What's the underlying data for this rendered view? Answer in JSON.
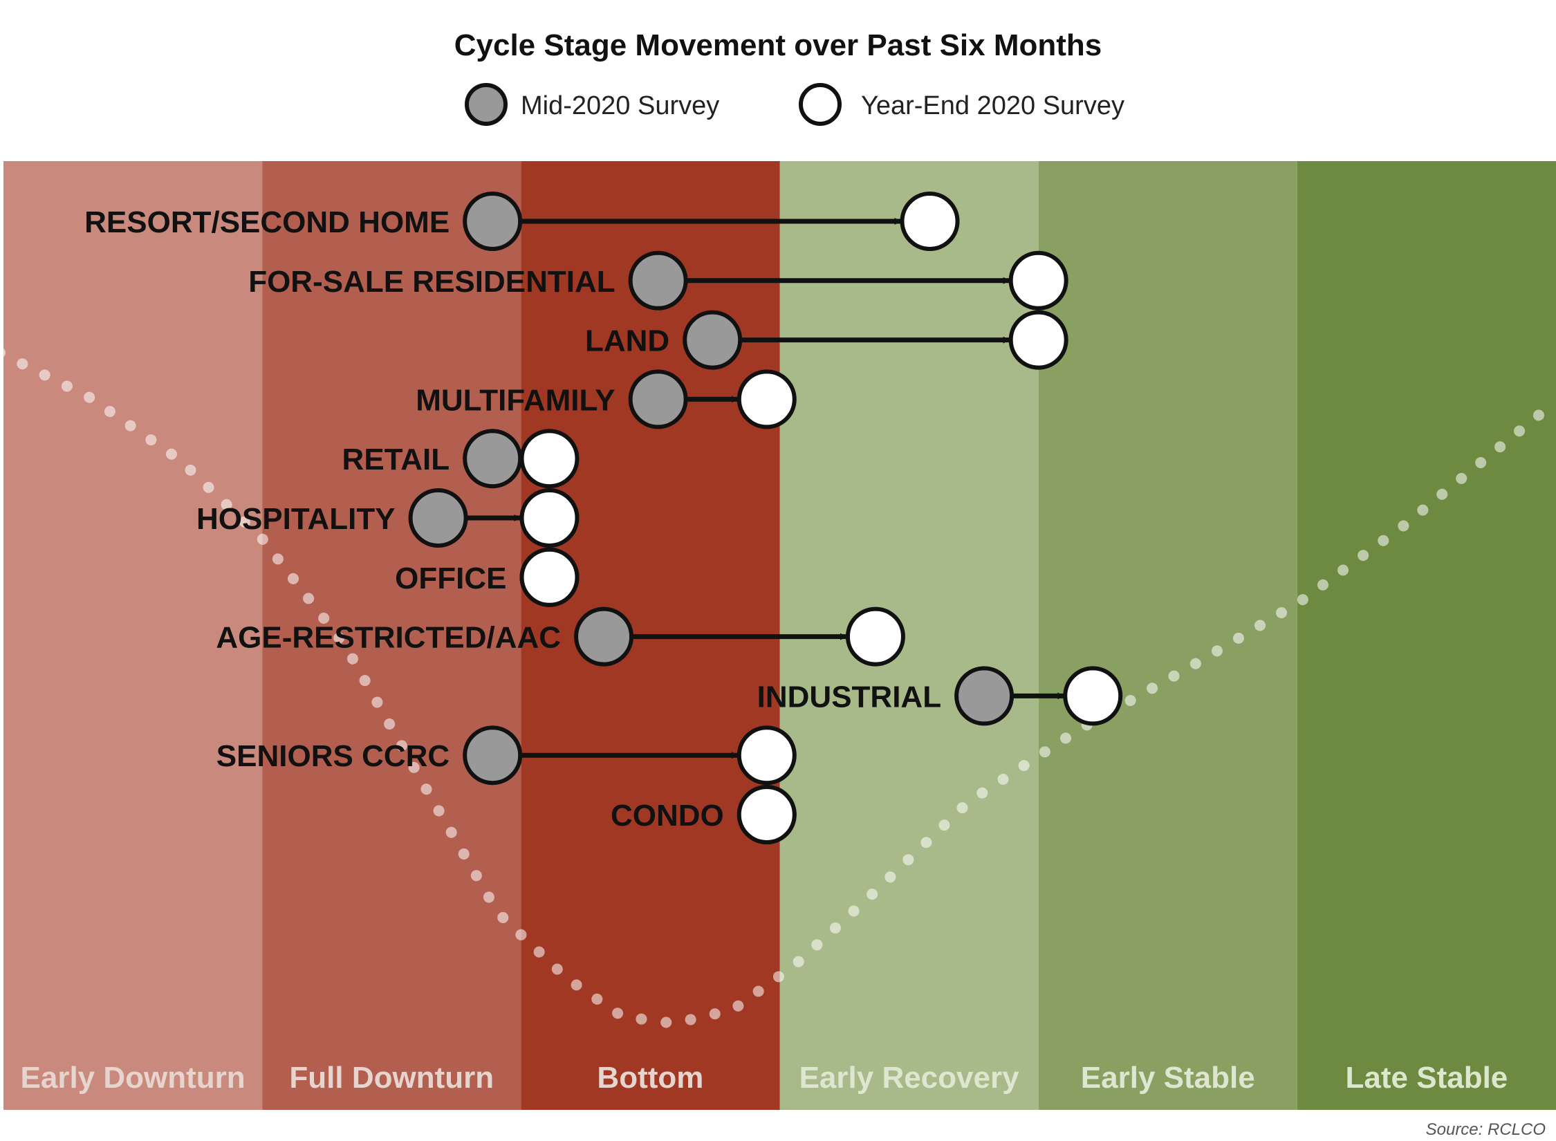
{
  "chart_data": {
    "type": "scatter",
    "title": "Cycle Stage Movement over Past Six Months",
    "legend": [
      {
        "name": "Mid-2020 Survey",
        "color": "#999999"
      },
      {
        "name": "Year-End 2020 Survey",
        "color": "#ffffff"
      }
    ],
    "legend_position": "top-center",
    "stages": [
      {
        "name": "Early Downturn",
        "color": "#c98a7d"
      },
      {
        "name": "Full Downturn",
        "color": "#b35f4f"
      },
      {
        "name": "Bottom",
        "color": "#a03824"
      },
      {
        "name": "Early Recovery",
        "color": "#a9ba8a"
      },
      {
        "name": "Early Stable",
        "color": "#8aa063"
      },
      {
        "name": "Late Stable",
        "color": "#6e8a40"
      }
    ],
    "x_unit": "stage index (0 = start of Early Downturn, 6 = end of Late Stable)",
    "xlim": [
      0,
      6
    ],
    "series": [
      {
        "name": "Mid-2020 Survey",
        "values": [
          1.89,
          2.53,
          2.74,
          2.53,
          1.89,
          1.68,
          2.11,
          2.32,
          3.79,
          1.89,
          2.95
        ]
      },
      {
        "name": "Year-End 2020 Survey",
        "values": [
          3.58,
          4.0,
          4.0,
          2.95,
          2.11,
          2.11,
          2.11,
          3.37,
          4.21,
          2.95,
          2.95
        ]
      }
    ],
    "categories": [
      "RESORT/SECOND HOME",
      "FOR-SALE RESIDENTIAL",
      "LAND",
      "MULTIFAMILY",
      "RETAIL",
      "HOSPITALITY",
      "OFFICE",
      "AGE-RESTRICTED/AAC",
      "INDUSTRIAL",
      "SENIORS CCRC",
      "CONDO"
    ],
    "source": "Source: RCLCO"
  }
}
